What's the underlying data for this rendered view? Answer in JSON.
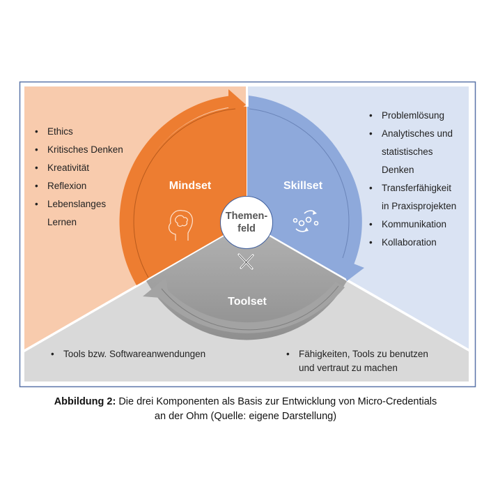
{
  "diagram": {
    "center": {
      "line1": "Themen-",
      "line2": "feld"
    },
    "segments": [
      {
        "name": "Mindset",
        "color": "#ED7D31",
        "bg": "#F8CBAD",
        "icon": "head-brain-icon"
      },
      {
        "name": "Skillset",
        "color": "#8EA9DB",
        "bg": "#DAE3F3",
        "icon": "gears-cycle-icon"
      },
      {
        "name": "Toolset",
        "color": "#A6A6A6",
        "bg": "#D9D9D9",
        "icon": "tools-icon"
      }
    ],
    "mindset_items": [
      "Ethics",
      "Kritisches Denken",
      "Kreativität",
      "Reflexion",
      [
        "Lebenslanges",
        "Lernen"
      ]
    ],
    "skillset_items": [
      "Problemlösung",
      [
        "Analytisches und",
        "statistisches",
        "Denken"
      ],
      [
        "Transferfähigkeit",
        "in Praxisprojekten"
      ],
      "Kommunikation",
      "Kollaboration"
    ],
    "toolset_left_items": [
      "Tools bzw. Softwareanwendungen"
    ],
    "toolset_right_items": [
      [
        "Fähigkeiten, Tools zu benutzen",
        "und vertraut zu machen"
      ]
    ]
  },
  "caption": {
    "label": "Abbildung 2:",
    "text_line1": " Die drei Komponenten als Basis zur Entwicklung von Micro-Credentials",
    "text_line2": "an der Ohm (Quelle: eigene Darstellung)"
  }
}
